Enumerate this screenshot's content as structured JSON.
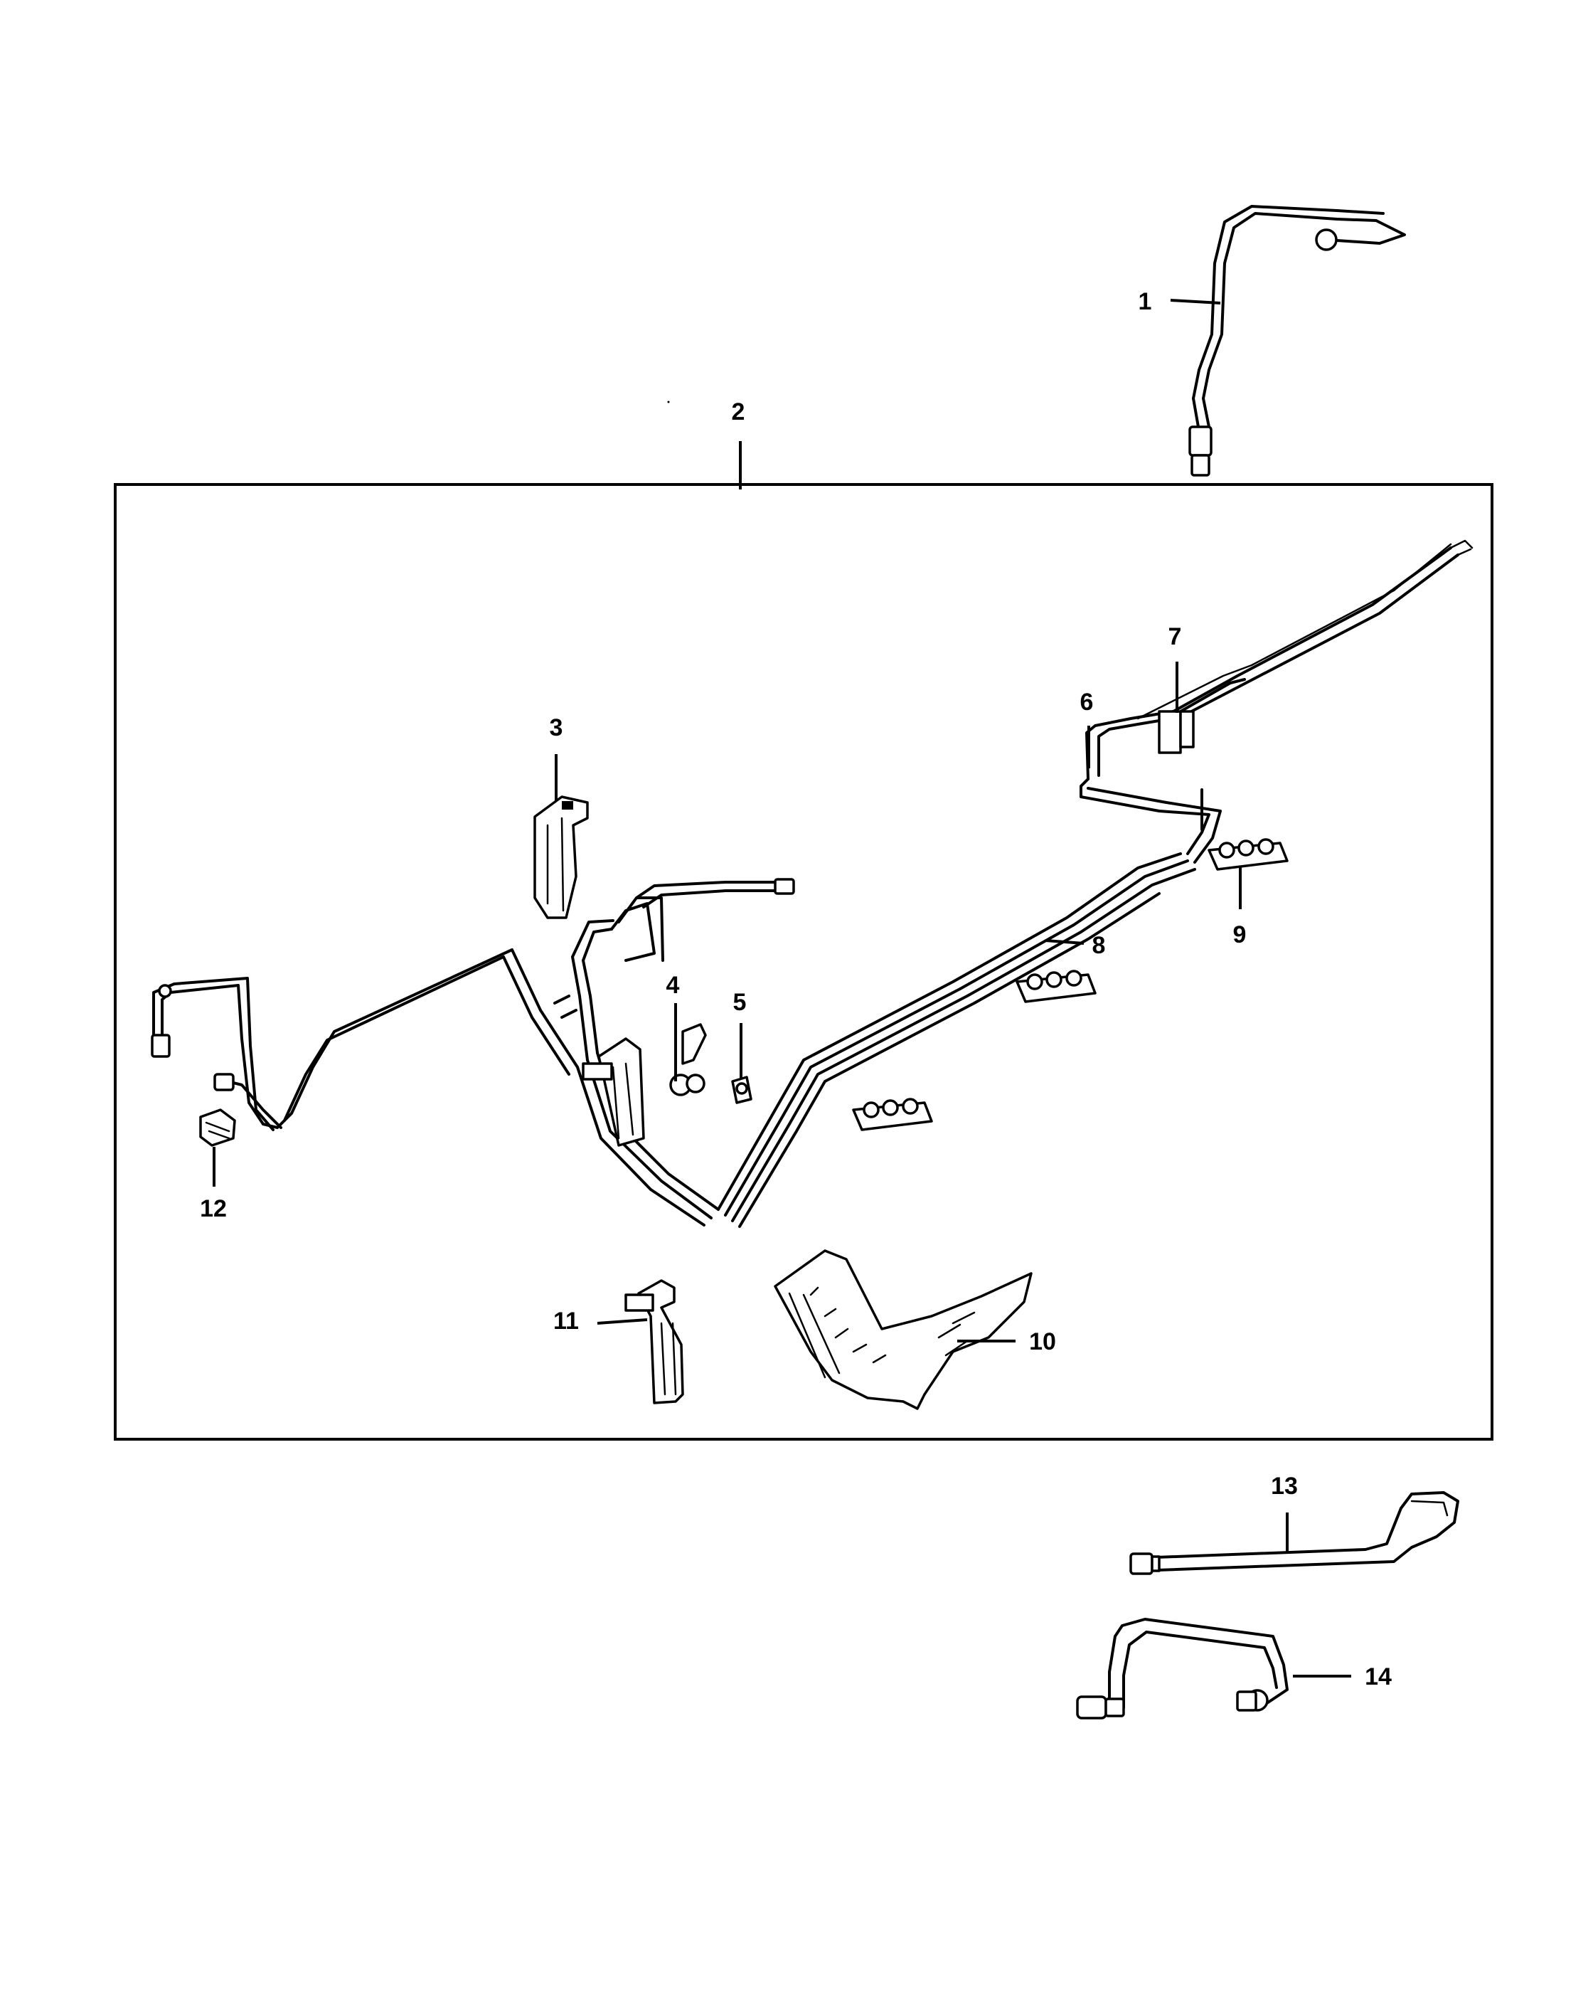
{
  "diagram": {
    "callouts": [
      {
        "id": "1",
        "label": "1"
      },
      {
        "id": "2",
        "label": "2"
      },
      {
        "id": "3",
        "label": "3"
      },
      {
        "id": "4",
        "label": "4"
      },
      {
        "id": "5",
        "label": "5"
      },
      {
        "id": "6",
        "label": "6"
      },
      {
        "id": "7",
        "label": "7"
      },
      {
        "id": "8",
        "label": "8"
      },
      {
        "id": "9",
        "label": "9"
      },
      {
        "id": "10",
        "label": "10"
      },
      {
        "id": "11",
        "label": "11"
      },
      {
        "id": "12",
        "label": "12"
      },
      {
        "id": "13",
        "label": "13"
      },
      {
        "id": "14",
        "label": "14"
      }
    ],
    "colors": {
      "line": "#000000",
      "background": "#ffffff"
    }
  }
}
